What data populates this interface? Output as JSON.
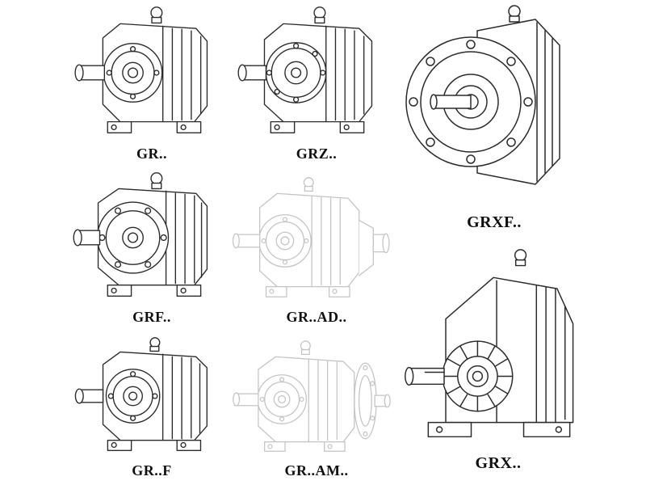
{
  "page": {
    "background": "#ffffff",
    "line_color": "#2b2b2b",
    "ghost_line_color": "#c4c4c4"
  },
  "models": [
    {
      "id": "gr",
      "label": "GR.."
    },
    {
      "id": "grz",
      "label": "GRZ.."
    },
    {
      "id": "grxf",
      "label": "GRXF.."
    },
    {
      "id": "grf",
      "label": "GRF.."
    },
    {
      "id": "grad",
      "label": "GR..AD.."
    },
    {
      "id": "grff",
      "label": "GR..F"
    },
    {
      "id": "gram",
      "label": "GR..AM.."
    },
    {
      "id": "grx",
      "label": "GRX.."
    }
  ]
}
